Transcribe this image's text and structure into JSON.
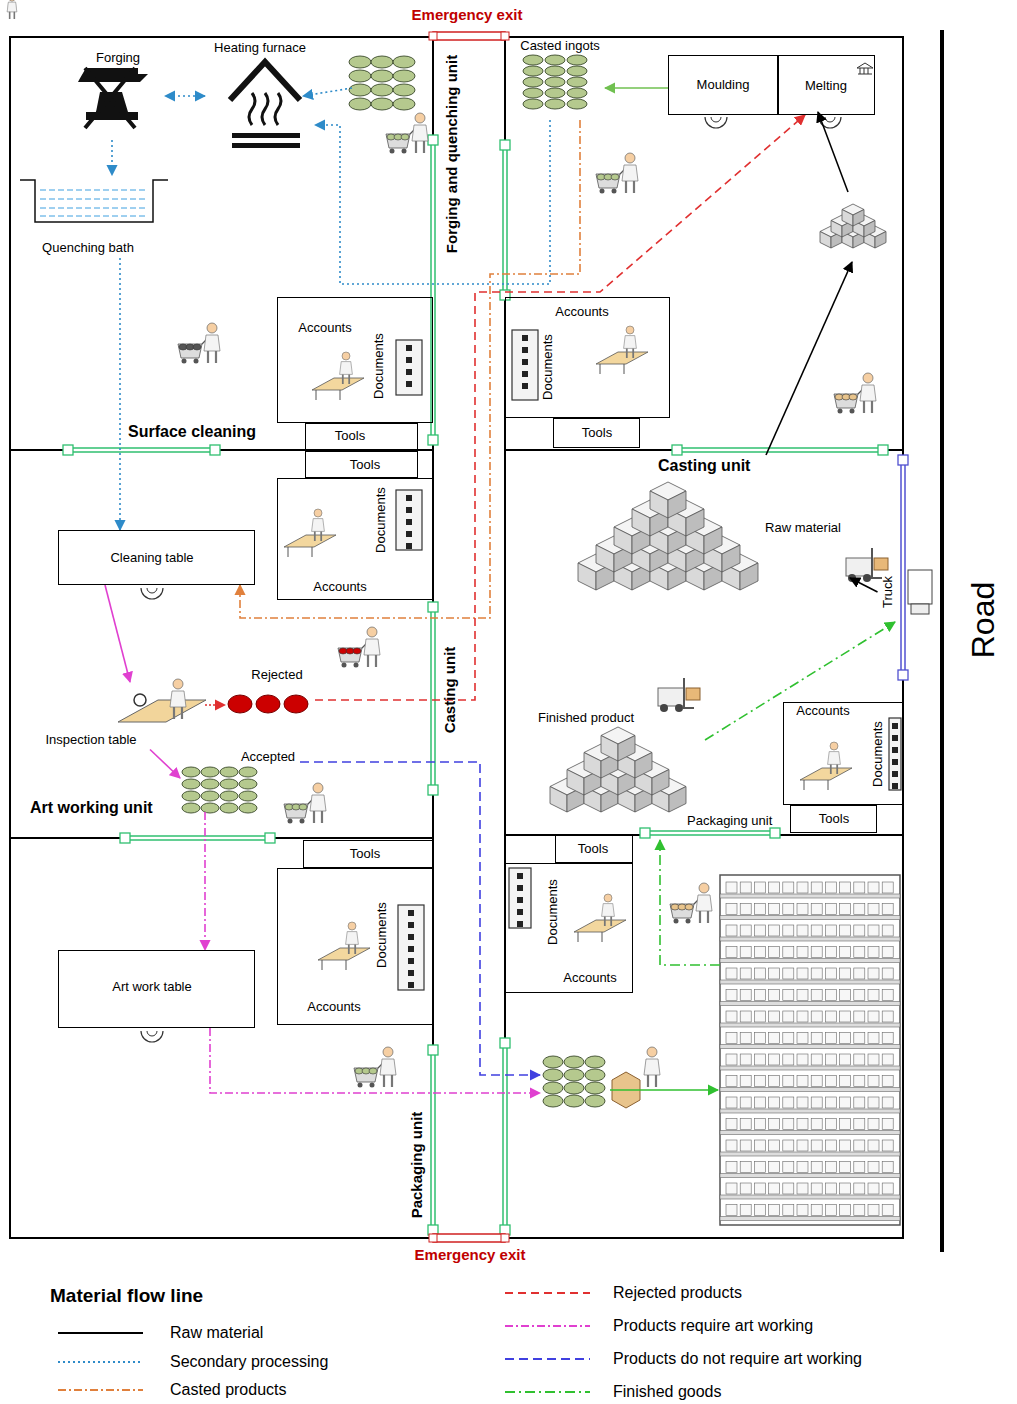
{
  "diagram": {
    "nodes": [
      {
        "text": [
          "Forging"
        ]
      },
      {
        "text": [
          "Heating furnace"
        ]
      },
      {
        "text": [
          "Quenching bath"
        ]
      },
      {
        "text": [
          "Casted ingots"
        ]
      },
      {
        "text": [
          "Moulding"
        ]
      },
      {
        "text": [
          "Melting"
        ]
      },
      {
        "text": [
          "Accounts",
          "Documents"
        ]
      },
      {
        "text": [
          "Tools"
        ]
      },
      {
        "text": [
          "Accounts",
          "Documents"
        ]
      },
      {
        "text": [
          "Tools"
        ]
      },
      {
        "text": [
          "Tools"
        ]
      },
      {
        "text": [
          "Documents",
          "Accounts"
        ]
      },
      {
        "text": [
          "Raw material"
        ]
      },
      {
        "text": [
          "Truck"
        ]
      },
      {
        "text": [
          "Cleaning table"
        ]
      },
      {
        "text": [
          "Rejected"
        ]
      },
      {
        "text": [
          "Inspection table"
        ]
      },
      {
        "text": [
          "Accepted"
        ]
      },
      {
        "text": [
          "Accounts",
          "Documents"
        ]
      },
      {
        "text": [
          "Finished product"
        ]
      },
      {
        "text": [
          "Tools"
        ]
      },
      {
        "text": [
          "Tools"
        ]
      },
      {
        "text": [
          "Documents",
          "Accounts"
        ]
      },
      {
        "text": [
          "Tools"
        ]
      },
      {
        "text": [
          "Documents",
          "Accounts"
        ]
      },
      {
        "text": [
          "Art work table"
        ]
      }
    ],
    "edges": [
      {
        "from": 1,
        "to": 0,
        "arrow": "both"
      },
      {
        "from": 0,
        "to": 2,
        "arrow": "to"
      },
      {
        "from": 2,
        "to": 14,
        "arrow": "to"
      },
      {
        "from": 3,
        "to": 1,
        "arrow": "to"
      },
      {
        "from": 4,
        "to": 3,
        "arrow": "to"
      },
      {
        "from": 3,
        "to": 14,
        "arrow": "to"
      },
      {
        "from": 15,
        "to": 5,
        "arrow": "to"
      },
      {
        "from": 14,
        "to": 16,
        "arrow": "to"
      },
      {
        "from": 16,
        "to": 15,
        "arrow": "to"
      },
      {
        "from": 16,
        "to": 17,
        "arrow": "to"
      },
      {
        "from": 17,
        "to": 25,
        "arrow": "to"
      },
      {
        "from": 19,
        "to": 13,
        "arrow": "to"
      },
      {
        "from": 13,
        "to": 12,
        "arrow": "to"
      }
    ],
    "labels": [
      "Emergency exit",
      "Forging and quenching unit",
      "Surface cleaning",
      "Casting unit",
      "Art working unit",
      "Casting unit",
      "Packaging unit",
      "Packaging unit",
      "Road",
      "Emergency exit",
      "Material flow line"
    ],
    "legend": [
      {
        "text": "Raw material"
      },
      {
        "text": "Secondary processing"
      },
      {
        "text": "Casted products"
      },
      {
        "text": "Rejected products"
      },
      {
        "text": "Products require art working"
      },
      {
        "text": "Products do not require art working"
      },
      {
        "text": "Finished goods"
      }
    ]
  }
}
